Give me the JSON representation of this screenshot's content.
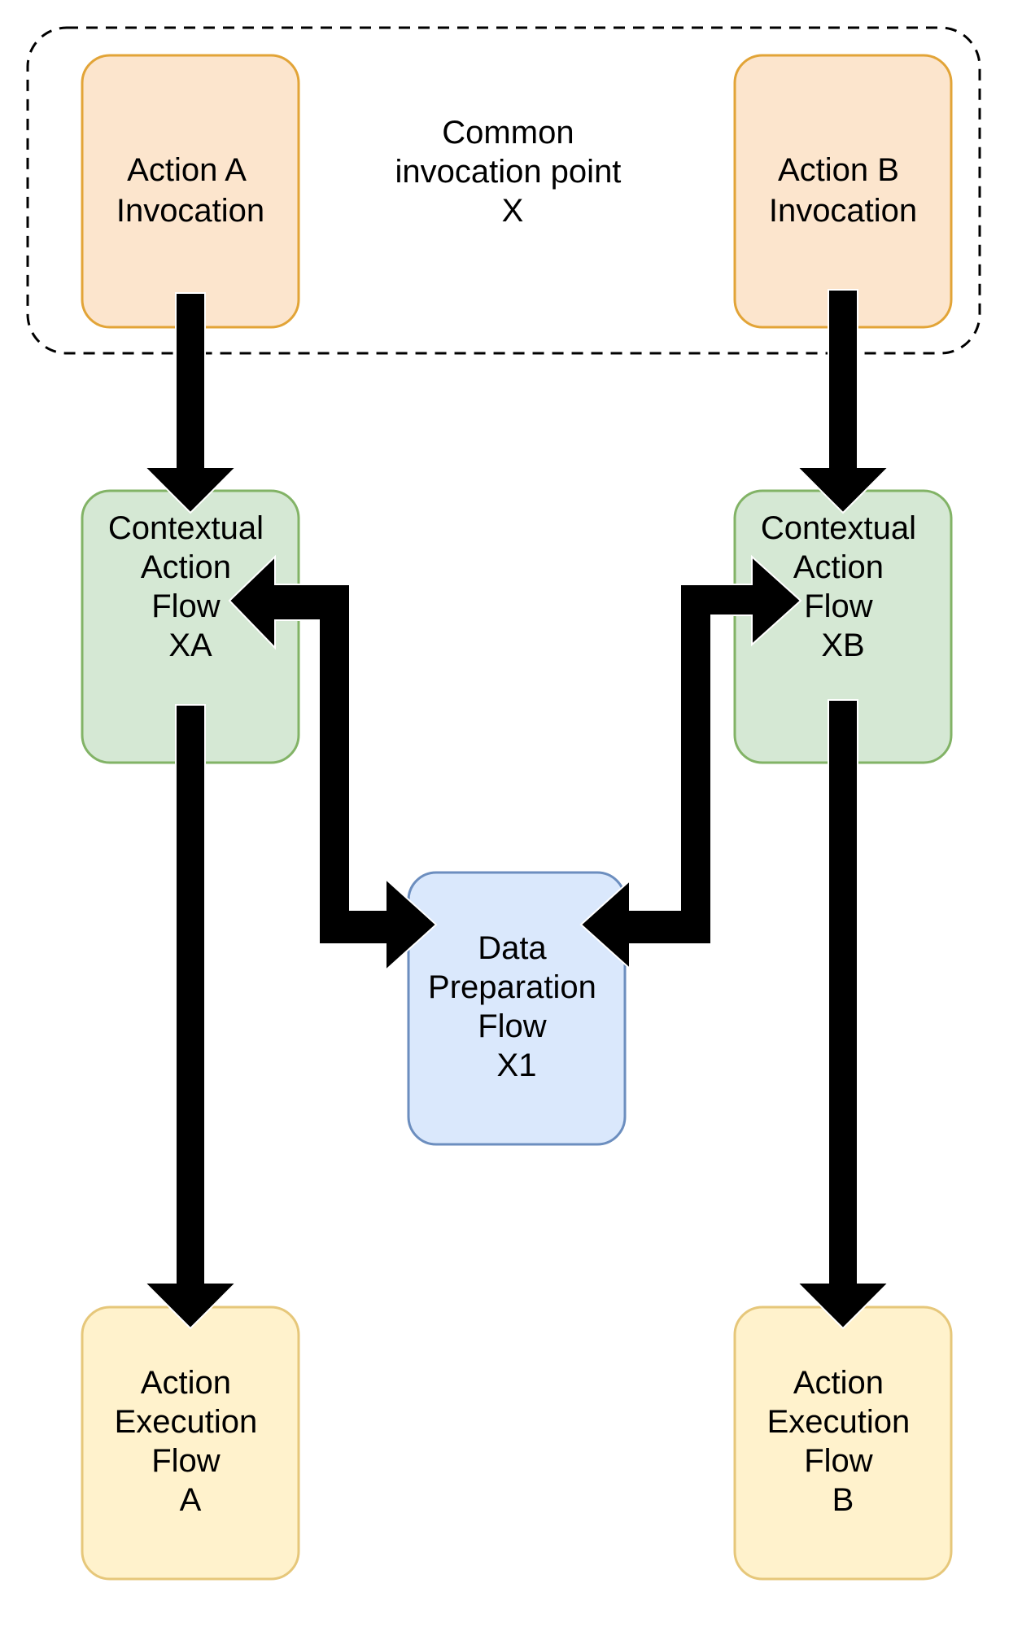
{
  "diagram": {
    "group": {
      "lines": [
        "Common",
        "invocation point",
        "X"
      ]
    },
    "nodes": {
      "action_a_invocation": {
        "lines": [
          "Action A",
          "Invocation"
        ],
        "fill": "#fce5cd",
        "stroke": "#e2a437"
      },
      "action_b_invocation": {
        "lines": [
          "Action B",
          "Invocation"
        ],
        "fill": "#fce5cd",
        "stroke": "#e2a437"
      },
      "contextual_flow_xa": {
        "lines": [
          "Contextual",
          "Action",
          "Flow",
          "XA"
        ],
        "fill": "#d5e8d4",
        "stroke": "#82b366"
      },
      "contextual_flow_xb": {
        "lines": [
          "Contextual",
          "Action",
          "Flow",
          "XB"
        ],
        "fill": "#d5e8d4",
        "stroke": "#82b366"
      },
      "data_prep_flow_x1": {
        "lines": [
          "Data",
          "Preparation",
          "Flow",
          "X1"
        ],
        "fill": "#dae8fc",
        "stroke": "#6c8ebf"
      },
      "execution_flow_a": {
        "lines": [
          "Action",
          "Execution",
          "Flow",
          "A"
        ],
        "fill": "#fff2cc",
        "stroke": "#e6c77a"
      },
      "execution_flow_b": {
        "lines": [
          "Action",
          "Execution",
          "Flow",
          "B"
        ],
        "fill": "#fff2cc",
        "stroke": "#e6c77a"
      }
    },
    "colors": {
      "arrow": "#000000",
      "group_border": "#000000"
    }
  }
}
